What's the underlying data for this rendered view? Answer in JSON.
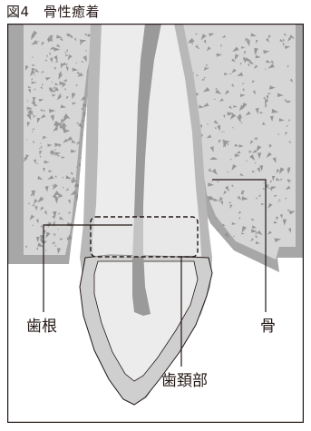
{
  "figure": {
    "caption": "図4　骨性癒着",
    "labels": {
      "root": "歯根",
      "bone": "骨",
      "neck": "歯頚部"
    },
    "colors": {
      "frame": "#231815",
      "outer_bone": "#a7a7a7",
      "bone_matrix": "#d8d8d8",
      "trabeculae": "#8c8c8c",
      "root_shell": "#b8b8b8",
      "root_inner": "#ececec",
      "pulp": "#9a9a9a",
      "crown": "#c4c4c4",
      "ankylosis_zone": "#e3e3e3"
    }
  }
}
